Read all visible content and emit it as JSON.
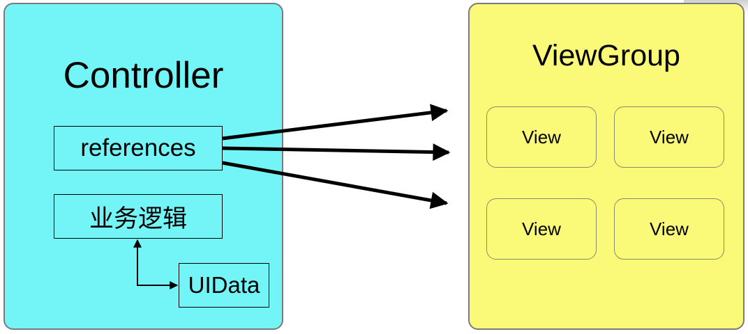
{
  "controller": {
    "title": "Controller",
    "references_label": "references",
    "logic_label": "业务逻辑",
    "uidata_label": "UIData"
  },
  "viewgroup": {
    "title": "ViewGroup",
    "views": [
      "View",
      "View",
      "View",
      "View"
    ]
  },
  "colors": {
    "controller_fill": "#73f4f6",
    "viewgroup_fill": "#fbfa78",
    "border": "#7a7a7a",
    "arrow": "#000000"
  }
}
